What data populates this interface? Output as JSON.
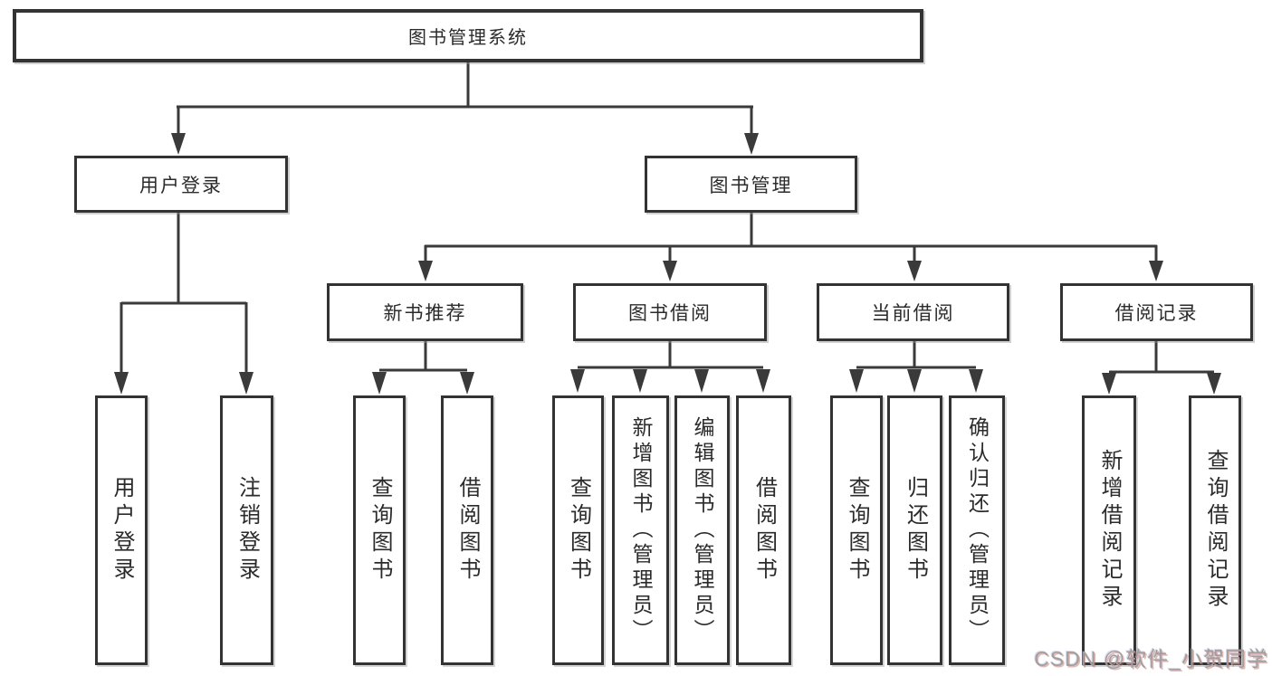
{
  "colors": {
    "line": "#3a3a3a",
    "box_border": "#333333",
    "text": "#2b2b2b",
    "background": "#ffffff",
    "watermark": "#9f9f9f"
  },
  "watermark": "CSDN @软件_小贺同学",
  "tree": {
    "label": "图书管理系统",
    "children": [
      {
        "label": "用户登录",
        "children": [
          {
            "label": "用户登录"
          },
          {
            "label": "注销登录"
          }
        ]
      },
      {
        "label": "图书管理",
        "children": [
          {
            "label": "新书推荐",
            "children": [
              {
                "label": "查询图书"
              },
              {
                "label": "借阅图书"
              }
            ]
          },
          {
            "label": "图书借阅",
            "children": [
              {
                "label": "查询图书"
              },
              {
                "label": "新增图书（管理员）"
              },
              {
                "label": "编辑图书（管理员）"
              },
              {
                "label": "借阅图书"
              }
            ]
          },
          {
            "label": "当前借阅",
            "children": [
              {
                "label": "查询图书"
              },
              {
                "label": "归还图书"
              },
              {
                "label": "确认归还（管理员）"
              }
            ]
          },
          {
            "label": "借阅记录",
            "children": [
              {
                "label": "新增借阅记录"
              },
              {
                "label": "查询借阅记录"
              }
            ]
          }
        ]
      }
    ]
  }
}
